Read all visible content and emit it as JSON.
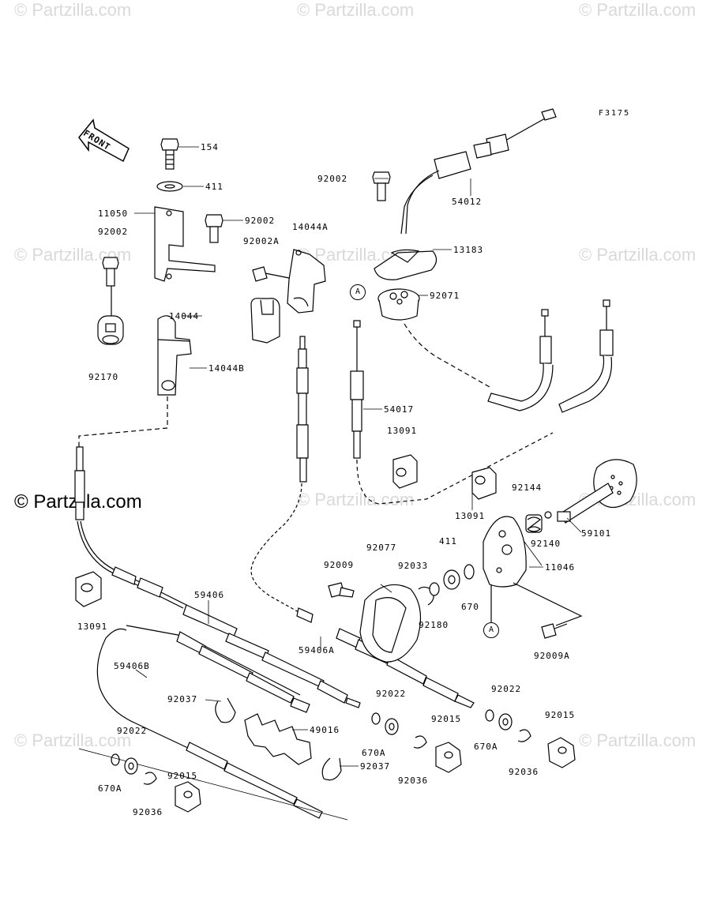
{
  "figure_code": "F3175",
  "front_label": "FRONT",
  "watermarks": [
    "© Partzilla.com",
    "© Partzilla.com",
    "© Partzilla.com",
    "© Partzilla.com",
    "© Partzilla.com",
    "© Partzilla.com",
    "© Partzilla.com",
    "© Partzilla.com",
    "© Partzilla.com",
    "© Partzilla.com"
  ],
  "main_watermark": "© Partzilla.com",
  "ref_marks": [
    "A",
    "A"
  ],
  "parts": [
    "154",
    "411",
    "11050",
    "92002",
    "92002",
    "92002",
    "14044A",
    "92002A",
    "14044",
    "92170",
    "14044B",
    "54012",
    "13183",
    "92071",
    "54017",
    "13091",
    "13091",
    "13091",
    "92144",
    "92140",
    "59101",
    "411",
    "11046",
    "670",
    "92077",
    "92033",
    "92009",
    "92180",
    "59406",
    "59406A",
    "92009A",
    "59406B",
    "92037",
    "49016",
    "92037",
    "92022",
    "670A",
    "92015",
    "92036",
    "92022",
    "670A",
    "92036",
    "92015",
    "92022",
    "670A",
    "92036",
    "92015"
  ]
}
